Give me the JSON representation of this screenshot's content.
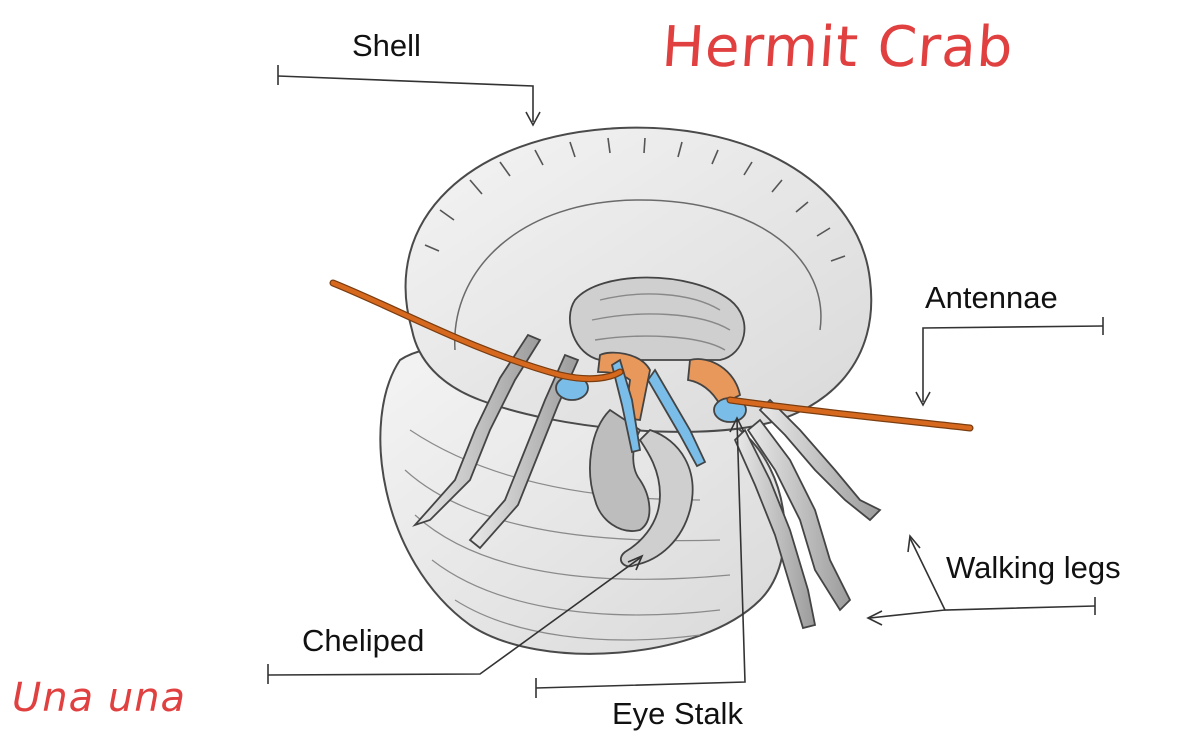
{
  "title": "Hermit Crab",
  "author": "Una una",
  "labels": {
    "shell": "Shell",
    "antennae": "Antennae",
    "walking_legs": "Walking legs",
    "cheliped": "Cheliped",
    "eye_stalk": "Eye Stalk"
  },
  "colors": {
    "title_ink": "#e0403f",
    "label_ink": "#111111",
    "shell_fill": "#ececec",
    "shell_stroke": "#4a4a4a",
    "antenna": "#d7691f",
    "eye_blue": "#79bde8",
    "leg_gray": "#bdbdbd"
  }
}
